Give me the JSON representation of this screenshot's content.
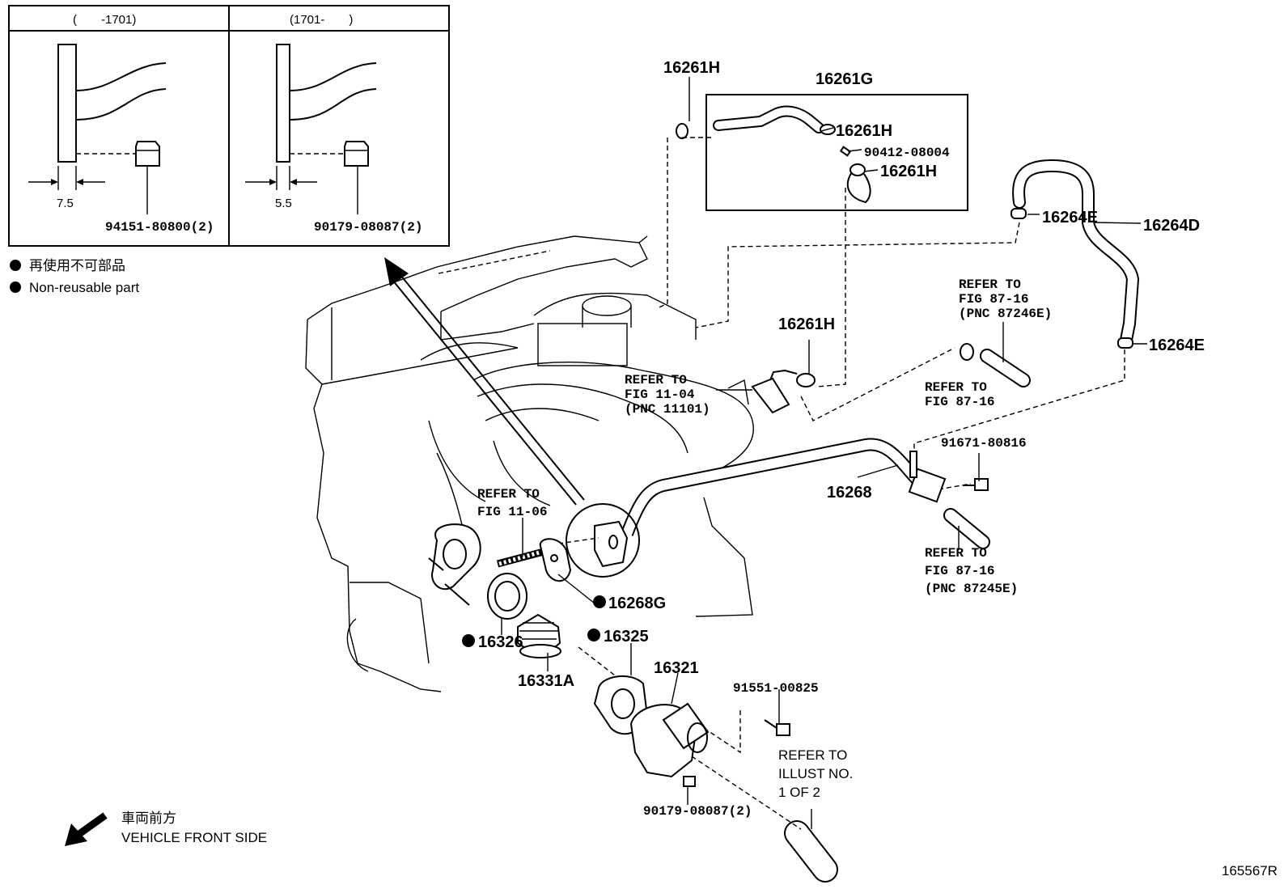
{
  "inset": {
    "left_header": "(　　-1701)",
    "right_header": "(1701-　　)",
    "left_dim": "7.5",
    "right_dim": "5.5",
    "left_part": "94151-80800(2)",
    "right_part": "90179-08087(2)"
  },
  "legend": {
    "line_jp": "再使用不可部品",
    "line_en": "Non-reusable part"
  },
  "front_side": {
    "jp": "車両前方",
    "en": "VEHICLE FRONT SIDE"
  },
  "callouts": {
    "c16261H_top": "16261H",
    "c16261G": "16261G",
    "c16261H_a": "16261H",
    "c90412": "90412-08004",
    "c16261H_b": "16261H",
    "c16264E_top": "16264E",
    "c16264D": "16264D",
    "c16264E_bot": "16264E",
    "c16261H_mid": "16261H",
    "c91671": "91671-80816",
    "c16268": "16268",
    "c16268G": "16268G",
    "c16326": "16326",
    "c16325": "16325",
    "c16331A": "16331A",
    "c16321": "16321",
    "c91551": "91551-00825",
    "c90179": "90179-08087(2)"
  },
  "refs": {
    "r1": [
      "REFER TO",
      "FIG 87-16",
      "(PNC 87246E)"
    ],
    "r2": [
      "REFER TO",
      "FIG 11-04",
      "(PNC 11101)"
    ],
    "r3": [
      "REFER TO",
      "FIG 87-16"
    ],
    "r4": [
      "REFER TO",
      "FIG 11-06"
    ],
    "r5": [
      "REFER TO",
      "FIG 87-16",
      "(PNC 87245E)"
    ],
    "r6": [
      "REFER TO",
      "ILLUST NO.",
      "1 OF 2"
    ]
  },
  "figure_id": "165567R"
}
